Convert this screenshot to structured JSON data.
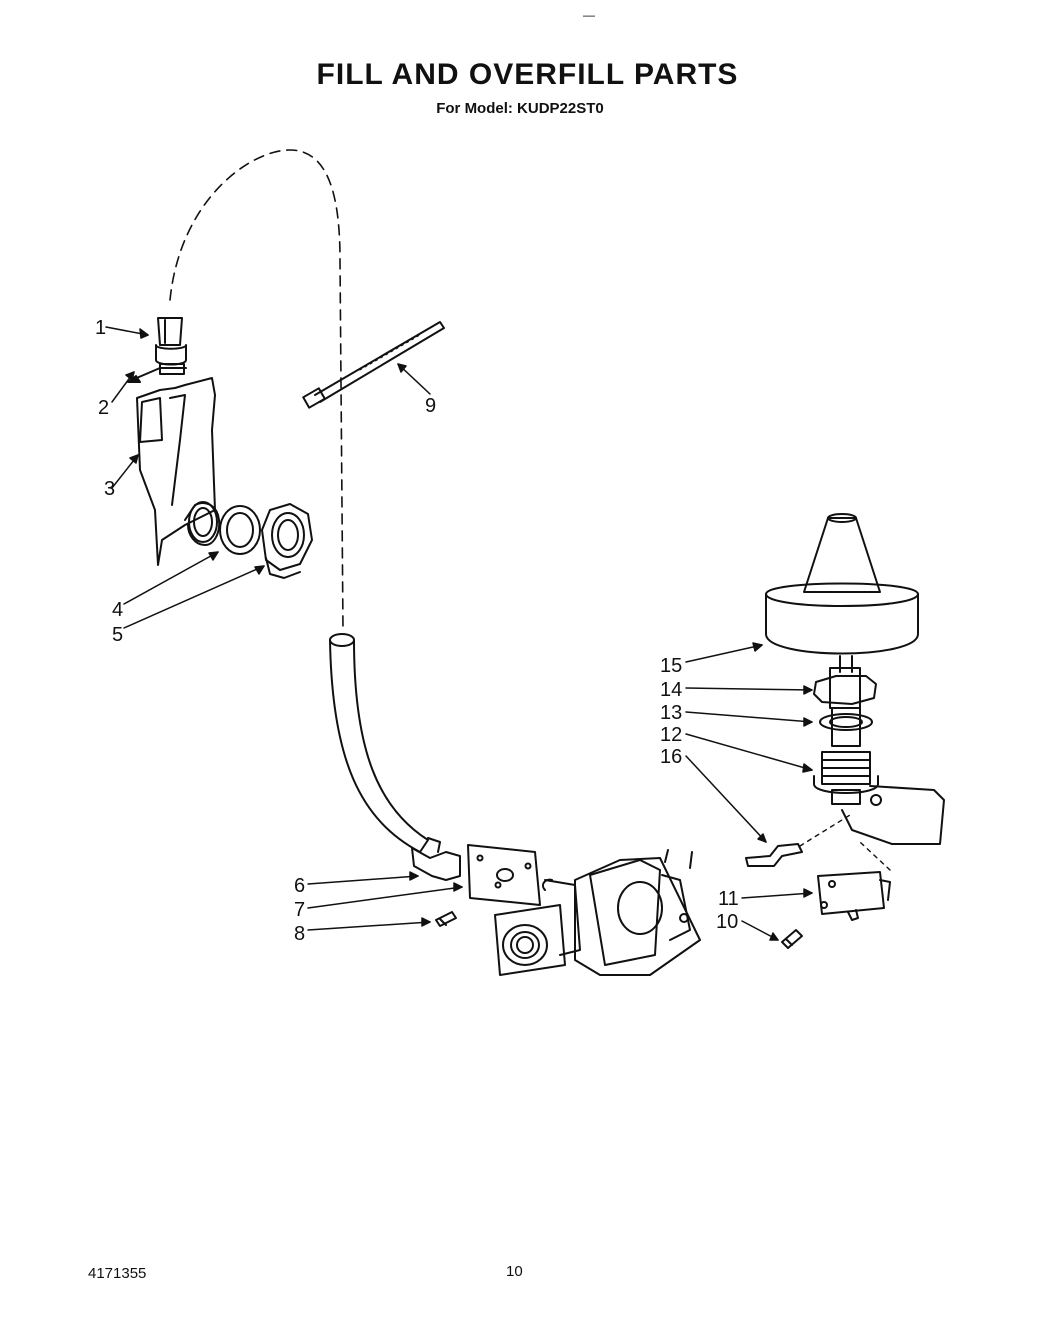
{
  "header": {
    "mark": "—",
    "title": "FILL AND OVERFILL PARTS",
    "subtitle": "For Model: KUDP22ST0"
  },
  "callouts": [
    "1",
    "2",
    "3",
    "4",
    "5",
    "6",
    "7",
    "8",
    "9",
    "10",
    "11",
    "12",
    "13",
    "14",
    "15",
    "16"
  ],
  "footer": {
    "doc_number": "4171355",
    "page_number": "10"
  }
}
